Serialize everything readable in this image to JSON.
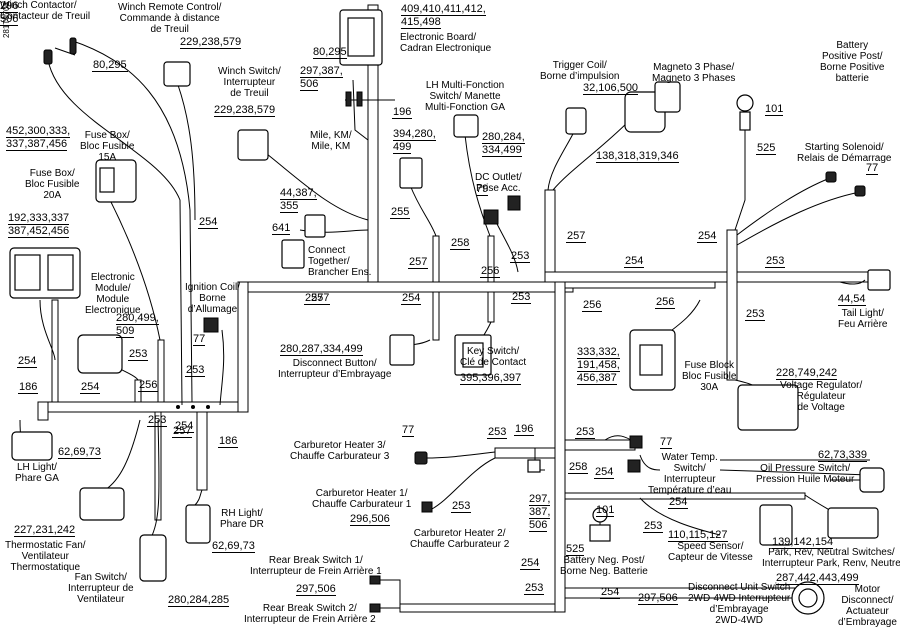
{
  "doc_id": "281T0703",
  "components": [
    {
      "id": "winch-contactor",
      "label": "Winch Contactor/\nContacteur de Treuil",
      "parts": [
        "296",
        "506"
      ]
    },
    {
      "id": "winch-remote",
      "label": "Winch Remote Control/\nCommande à distance\nde Treuil",
      "parts": [
        "229,238,579"
      ]
    },
    {
      "id": "electronic-board",
      "label": "Electronic Board/\nCadran Electronique",
      "parts": [
        "409,410,411,412,",
        "415,498"
      ]
    },
    {
      "id": "fuse-box-15a",
      "label": "Fuse Box/\nBloc Fusible\n15A",
      "parts": [
        "452,300,333,",
        "337,387,456"
      ]
    },
    {
      "id": "fuse-box-20a",
      "label": "Fuse Box/\nBloc Fusible\n20A",
      "parts": [
        "192,333,337",
        "387,452,456"
      ]
    },
    {
      "id": "winch-switch",
      "label": "Winch Switch/\nInterrupteur\nde Treuil",
      "parts": [
        "229,238,579"
      ]
    },
    {
      "id": "mile-km",
      "label": "Mile, KM/\nMile, KM",
      "parts": [
        "297,387,",
        "506"
      ]
    },
    {
      "id": "mile-km-ref",
      "label": "",
      "parts": [
        "80,295"
      ]
    },
    {
      "id": "lh-multi",
      "label": "LH Multi-Fonction\nSwitch/ Manette\nMulti-Fonction GA",
      "parts": [
        "394,280,",
        "499"
      ]
    },
    {
      "id": "lh-multi-2",
      "label": "",
      "parts": [
        "280,284,",
        "334,499"
      ]
    },
    {
      "id": "trigger-coil",
      "label": "Trigger Coil/\nBorne d’impulsion",
      "parts": [
        "32,106,500"
      ]
    },
    {
      "id": "magneto",
      "label": "Magneto 3 Phase/\nMagneto 3 Phases",
      "parts": [
        "138,318,319,346"
      ]
    },
    {
      "id": "battery-pos",
      "label": "Battery\nPositive Post/\nBorne Positive\nbatterie",
      "parts": [
        "101"
      ]
    },
    {
      "id": "starting-solenoid",
      "label": "Starting Solenoid/\nRelais de Démarrage",
      "parts": [
        "77"
      ]
    },
    {
      "id": "dc-outlet",
      "label": "DC Outlet/\nPrise Acc.",
      "parts": [
        "79"
      ]
    },
    {
      "id": "connect-together",
      "label": "Connect\nTogether/\nBrancher Ens.",
      "parts": [
        "44,387,",
        "355",
        "641"
      ]
    },
    {
      "id": "electronic-module",
      "label": "Electronic\nModule/\nModule\nElectronique",
      "parts": [
        "280,499,",
        "509"
      ]
    },
    {
      "id": "ignition-coil",
      "label": "Ignition Coil/\nBorne\nd’Allumage",
      "parts": [
        "77"
      ]
    },
    {
      "id": "disconnect-button",
      "label": "Disconnect Button/\nInterrupteur d’Embrayage",
      "parts": [
        "280,287,334,499"
      ]
    },
    {
      "id": "key-switch",
      "label": "Key Switch/\nClé de Contact",
      "parts": [
        "395,396,397"
      ]
    },
    {
      "id": "fuse-block-30a",
      "label": "Fuse Block\nBloc Fusible\n30A",
      "parts": [
        "333,332,",
        "191,458,",
        "456,387"
      ]
    },
    {
      "id": "tail-light",
      "label": "Tail Light/\nFeu Arrière",
      "parts": [
        "44,54"
      ]
    },
    {
      "id": "voltage-regulator",
      "label": "Voltage Regulator/\nRégulateur\nde Voltage",
      "parts": [
        "228,749,242"
      ]
    },
    {
      "id": "lh-light",
      "label": "LH Light/\nPhare GA",
      "parts": [
        "62,69,73"
      ]
    },
    {
      "id": "carb-heater-3",
      "label": "Carburetor Heater 3/\nChauffe Carburateur 3",
      "parts": [
        "77"
      ]
    },
    {
      "id": "carb-heater-1",
      "label": "Carburetor Heater 1/\nChauffe Carburateur 1",
      "parts": [
        "296,506"
      ]
    },
    {
      "id": "carb-heater-2",
      "label": "Carburetor Heater 2/\nChauffe Carburateur 2",
      "parts": [
        "297,",
        "387,",
        "506"
      ]
    },
    {
      "id": "water-temp",
      "label": "Water Temp.\nSwitch/\nInterrupteur\nTempérature d’eau",
      "parts": [
        "77"
      ]
    },
    {
      "id": "oil-pressure",
      "label": "Oil Pressure Switch/\nPression Huile Moteur",
      "parts": [
        "62,73,339"
      ]
    },
    {
      "id": "thermostatic-fan",
      "label": "Thermostatic Fan/\nVentilateur\nThermostatique",
      "parts": [
        "227,231,242"
      ]
    },
    {
      "id": "rh-light",
      "label": "RH Light/\nPhare DR",
      "parts": [
        "62,69,73"
      ]
    },
    {
      "id": "battery-neg",
      "label": "Battery Neg. Post/\nBorne Neg. Batterie",
      "parts": [
        "101",
        "525"
      ]
    },
    {
      "id": "speed-sensor",
      "label": "Speed Sensor/\nCapteur de Vitesse",
      "parts": [
        "110,115,127"
      ]
    },
    {
      "id": "park-rev",
      "label": "Park, Rev, Neutral Switches/\nInterrupteur Park, Renv, Neutre",
      "parts": [
        "139,142,154"
      ]
    },
    {
      "id": "fan-switch",
      "label": "Fan Switch/\nInterrupteur de\nVentilateur",
      "parts": [
        "280,284,285"
      ]
    },
    {
      "id": "rear-break-1",
      "label": "Rear Break Switch 1/\nInterrupteur de Frein Arrière 1",
      "parts": [
        "297,506"
      ]
    },
    {
      "id": "rear-break-2",
      "label": "Rear Break Switch 2/\nInterrupteur de Frein Arrière 2",
      "parts": []
    },
    {
      "id": "disconnect-unit",
      "label": "Disconnect Unit Switch\n2WD-4WD Interrupteur\nd’Embrayage\n2WD-4WD",
      "parts": [
        "297,506"
      ]
    },
    {
      "id": "motor-disconnect",
      "label": "Motor\nDisconnect/\nActuateur\nd’Embrayage",
      "parts": [
        "287,442,443,499"
      ]
    }
  ],
  "wire_numbers": [
    "80,295",
    "196",
    "254",
    "255",
    "257",
    "258",
    "253",
    "256",
    "525",
    "254",
    "257",
    "253",
    "254",
    "257",
    "253",
    "254",
    "256",
    "253",
    "254",
    "186",
    "254",
    "256",
    "253",
    "253",
    "257",
    "186",
    "196",
    "253",
    "258",
    "254",
    "253",
    "254",
    "253",
    "254",
    "253",
    "254",
    "256",
    "253",
    "254",
    "257",
    "253"
  ]
}
